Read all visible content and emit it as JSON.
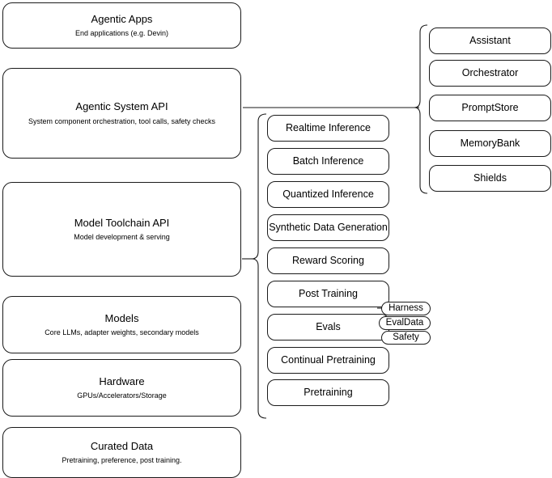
{
  "diagram": {
    "title": "Agentic AI stack layers",
    "stroke_color": "#1a1a1a",
    "background_color": "#ffffff",
    "layers": [
      {
        "title": "Agentic Apps",
        "subtitle": "End applications (e.g. Devin)"
      },
      {
        "title": "Agentic System API",
        "subtitle": "System component orchestration, tool calls, safety checks"
      },
      {
        "title": "Model Toolchain API",
        "subtitle": "Model development & serving"
      },
      {
        "title": "Models",
        "subtitle": "Core LLMs, adapter weights, secondary models"
      },
      {
        "title": "Hardware",
        "subtitle": "GPUs/Accelerators/Storage"
      },
      {
        "title": "Curated Data",
        "subtitle": "Pretraining, preference, post training."
      }
    ],
    "system_api_components": [
      {
        "label": "Assistant"
      },
      {
        "label": "Orchestrator"
      },
      {
        "label": "PromptStore"
      },
      {
        "label": "MemoryBank"
      },
      {
        "label": "Shields"
      }
    ],
    "toolchain_components": [
      {
        "label": "Realtime Inference"
      },
      {
        "label": "Batch Inference"
      },
      {
        "label": "Quantized Inference"
      },
      {
        "label": "Synthetic Data Generation"
      },
      {
        "label": "Reward Scoring"
      },
      {
        "label": "Post Training"
      },
      {
        "label": "Evals"
      },
      {
        "label": "Continual Pretraining"
      },
      {
        "label": "Pretraining"
      }
    ],
    "evals_subcomponents": [
      {
        "label": "Harness"
      },
      {
        "label": "EvalData"
      },
      {
        "label": "Safety"
      }
    ]
  }
}
